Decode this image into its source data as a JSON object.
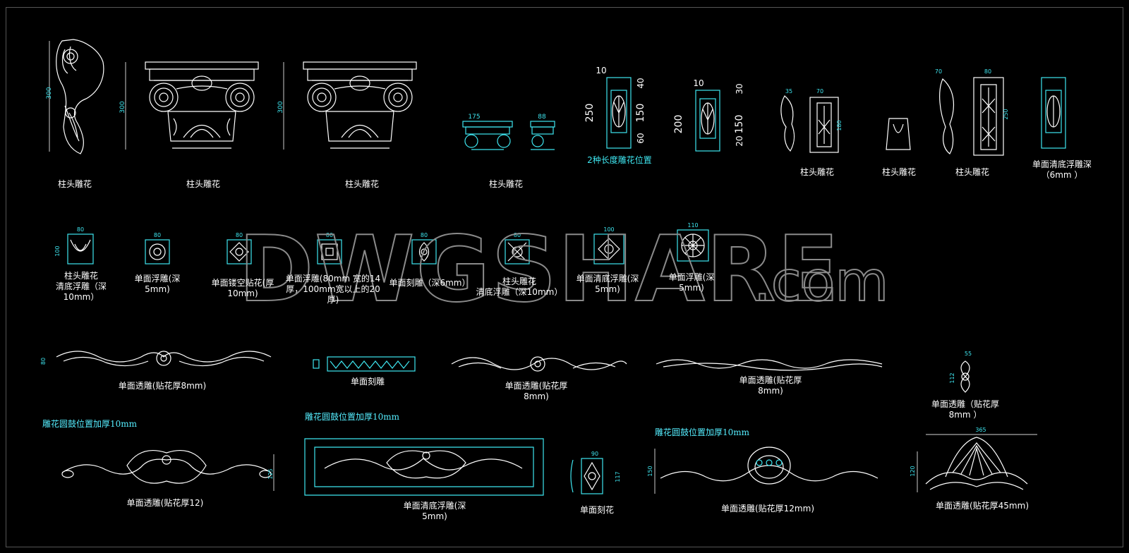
{
  "colors": {
    "background": "#000000",
    "drawing": "#ffffff",
    "dimension": "#3ee6f0",
    "callout": "#55eeff",
    "watermark": "#8a8a8a"
  },
  "watermark": {
    "text": "DWGSHARE",
    "suffix": ".com"
  },
  "row1": {
    "label_1": "柱头雕花",
    "label_2": "柱头雕花",
    "label_3": "柱头雕花",
    "label_4": "柱头雕花",
    "label_5": "2种长度雕花位置",
    "label_6": "柱头雕花",
    "label_7": "柱头雕花",
    "label_8": "柱头雕花",
    "label_9": "单面清底浮雕深\n（6mm ）"
  },
  "row2": {
    "label_1": "柱头雕花\n清底浮雕（深\n10mm）",
    "label_2": "单面浮雕(深\n5mm)",
    "label_3": "单面镂空贴花(厚\n10mm)",
    "label_4": "单面浮雕(80mm 宽的14\n厚，100mm宽以上的20\n厚)",
    "label_5": "单面刻雕（深6mm）",
    "label_6": "柱头雕花\n清底浮雕（深10mm）",
    "label_7": "单面清底浮雕(深\n5mm)",
    "label_8": "单面浮雕(深\n5mm)"
  },
  "row3": {
    "label_1": "单面透雕(贴花厚8mm)",
    "label_2": "单面刻雕",
    "label_3": "单面透雕(贴花厚\n8mm)",
    "label_4": "单面透雕(贴花厚\n8mm)",
    "label_5": "单面透雕（贴花厚\n8mm ）"
  },
  "row4": {
    "callout_1": "雕花圆鼓位置加厚10mm",
    "callout_2": "雕花圆鼓位置加厚10mm",
    "callout_3": "雕花圆鼓位置加厚10mm",
    "label_1": "单面透雕(贴花厚12)",
    "label_2": "单面清底浮雕(深\n5mm)",
    "label_3": "单面刻花",
    "label_4": "单面透雕(贴花厚12mm)",
    "label_5": "单面透雕(贴花厚45mm)"
  },
  "dims": {
    "d_10a": "10",
    "d_250": "250",
    "d_40": "40",
    "d_150a": "150",
    "d_60": "60",
    "d_10b": "10",
    "d_200": "200",
    "d_30": "30",
    "d_150b": "150",
    "d_20": "20",
    "d_175": "175",
    "d_88": "88",
    "d_300a": "300",
    "d_300b": "300",
    "d_300c": "300",
    "d_35": "35",
    "d_70": "70",
    "d_180": "180",
    "d_70b": "70",
    "d_80": "80",
    "d_250b": "250",
    "d_80a": "80",
    "d_100a": "100",
    "d_80b": "80",
    "d_80c": "80",
    "d_80d": "80",
    "d_80e": "80",
    "d_80f": "80",
    "d_100b": "100",
    "d_110": "110",
    "d_55": "55",
    "d_112": "112",
    "d_90": "90",
    "d_117": "117",
    "d_150c": "150",
    "d_365": "365",
    "d_120": "120",
    "d_125": "125",
    "d_80g": "80"
  }
}
